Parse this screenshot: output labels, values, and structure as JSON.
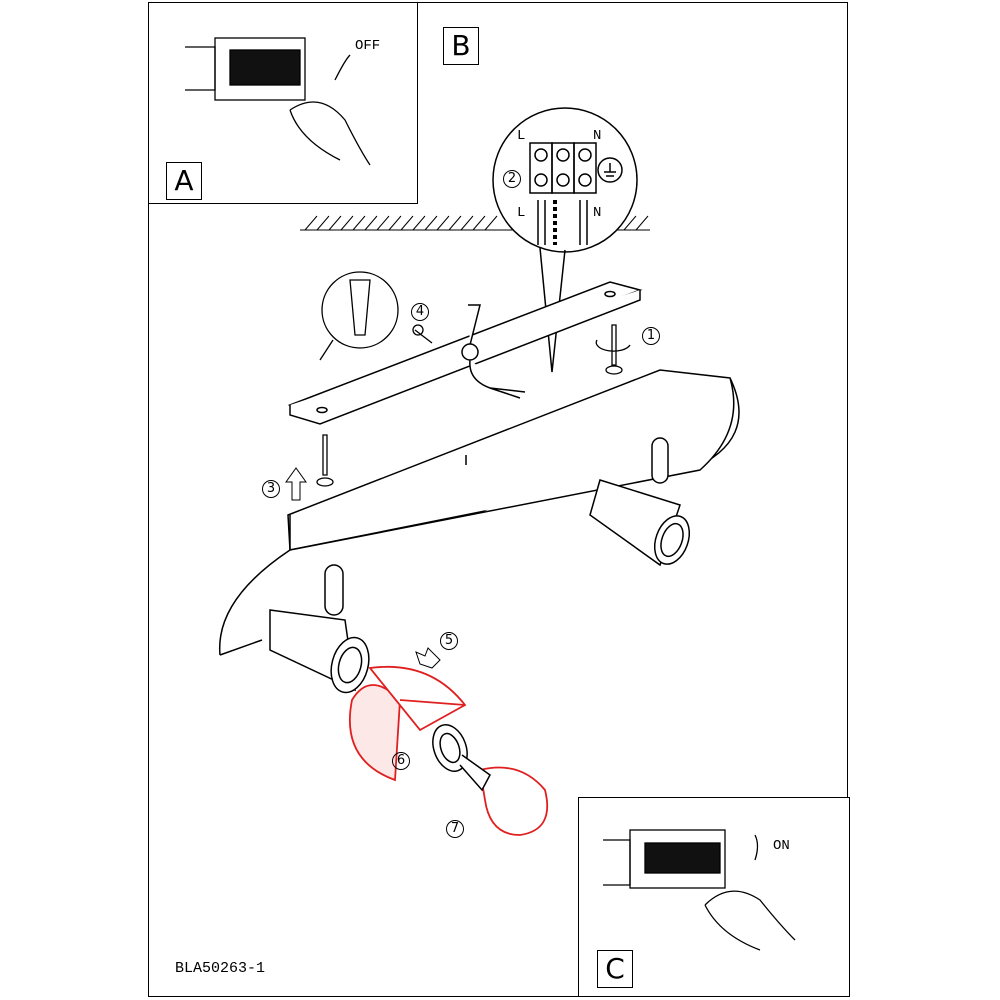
{
  "panel_a": {
    "letter": "A",
    "switch_state": "OFF"
  },
  "panel_b": {
    "letter": "B"
  },
  "panel_c": {
    "letter": "C",
    "switch_state": "ON"
  },
  "terminal": {
    "top_left": "L",
    "top_right": "N",
    "bottom_left": "L",
    "bottom_right": "N",
    "earth_symbol": "earth-ground"
  },
  "steps": [
    "1",
    "2",
    "3",
    "4",
    "5",
    "6",
    "7"
  ],
  "model_code": "BLA50263-1",
  "colors": {
    "line": "#000000",
    "highlight": "#e02020"
  }
}
